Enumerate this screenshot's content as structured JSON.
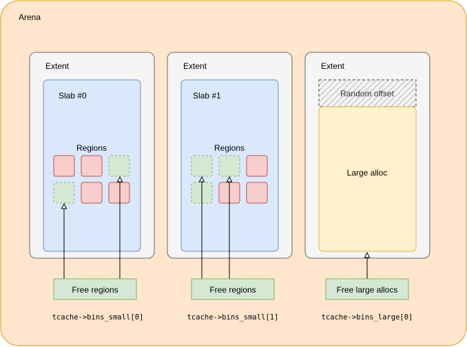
{
  "arena": {
    "label": "Arena"
  },
  "extents": [
    {
      "label": "Extent",
      "slab_label": "Slab #0",
      "regions_label": "Regions",
      "regions": [
        "used",
        "used",
        "free",
        "free",
        "used",
        "used"
      ],
      "free_box_label": "Free regions",
      "code_label": "tcache->bins_small[0]"
    },
    {
      "label": "Extent",
      "slab_label": "Slab #1",
      "regions_label": "Regions",
      "regions": [
        "free",
        "free",
        "used",
        "free",
        "used",
        "used"
      ],
      "free_box_label": "Free regions",
      "code_label": "tcache->bins_small[1]"
    },
    {
      "label": "Extent",
      "random_offset_label": "Random offset",
      "large_alloc_label": "Large alloc",
      "free_box_label": "Free large allocs",
      "code_label": "tcache->bins_large[0]"
    }
  ],
  "colors": {
    "arena_fill": "#ffe6cc",
    "arena_stroke": "#d79b00",
    "extent_fill": "#f5f5f5",
    "extent_stroke": "#666666",
    "slab_fill": "#dae8fc",
    "slab_stroke": "#6c8ebf",
    "used_region_fill": "#f8cecc",
    "used_region_stroke": "#b85450",
    "free_region_fill": "#d5e8d4",
    "free_region_stroke": "#82b366",
    "large_alloc_fill": "#fff2cc",
    "large_alloc_stroke": "#d6b656",
    "random_offset_stroke": "#666666"
  }
}
